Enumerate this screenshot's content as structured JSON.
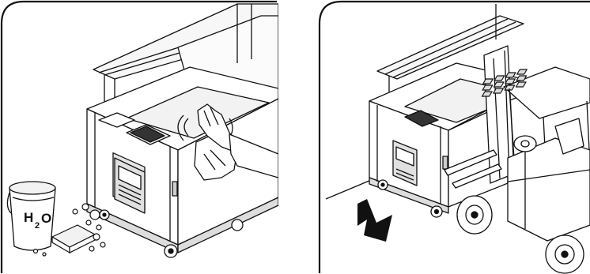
{
  "panels": {
    "cleaning": {
      "bucket_label": {
        "letter_h": "H",
        "subscript": "2",
        "letter_o": "O"
      }
    },
    "forklift_transport": {}
  },
  "colors": {
    "line": "#111111",
    "background": "#ffffff",
    "glass": "#f4f4f4",
    "display_panel": "#e0e0e0"
  }
}
